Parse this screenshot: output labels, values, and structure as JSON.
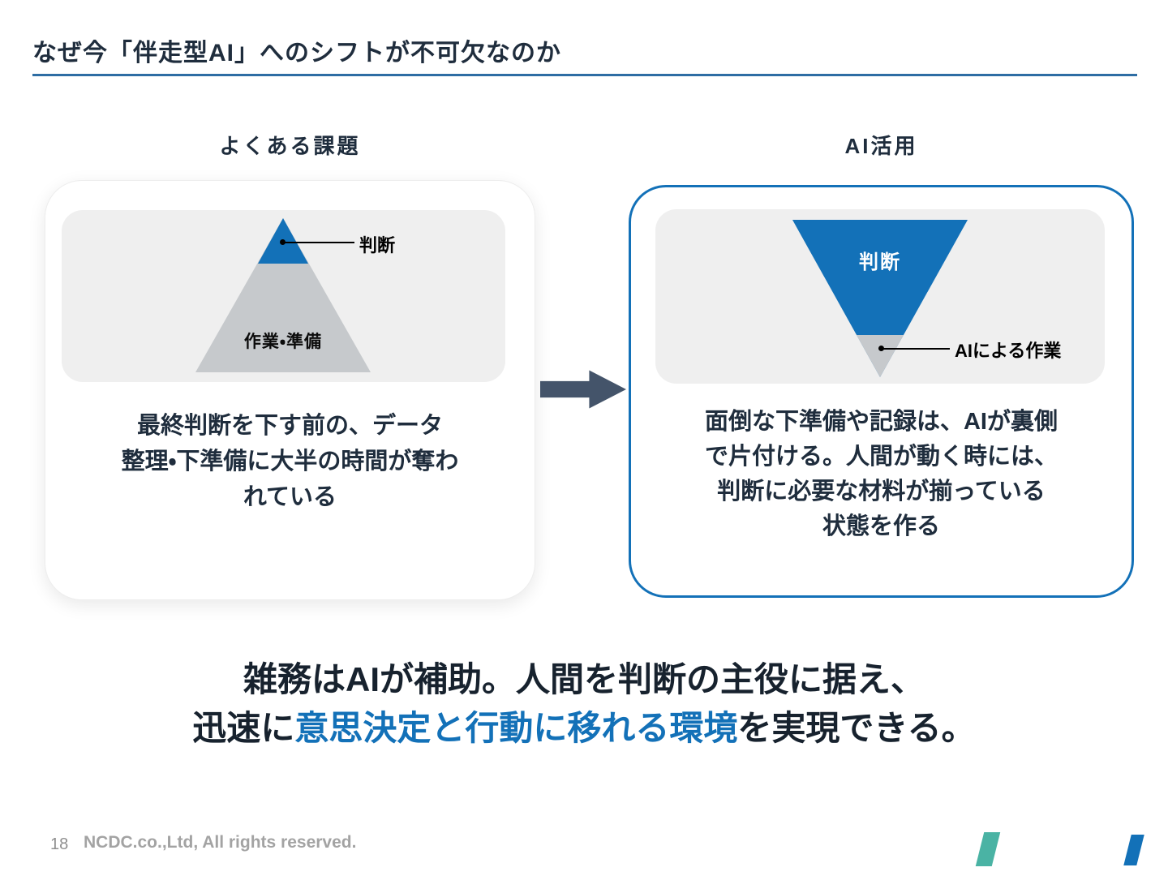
{
  "colors": {
    "accent": "#1371b8",
    "dark_navy": "#1f2d3d",
    "underline": "#2e6da4",
    "arrow": "#44546a",
    "panel_gray": "#efefef",
    "tri_gray": "#c6c9cc",
    "teal": "#4ab3a4"
  },
  "header": {
    "title": "なぜ今「伴走型AI」へのシフトが不可欠なのか"
  },
  "left": {
    "header": "よくある課題",
    "apex_label": "判断",
    "body_label": "作業・準備",
    "description_lines": [
      "最終判断を下す前の、データ",
      "整理・下準備に大半の時間が奪わ",
      "れている"
    ]
  },
  "right": {
    "header": "AI活用",
    "triangle_label": "判断",
    "tip_label": "AIによる作業",
    "description_lines": [
      "面倒な下準備や記録は、AIが裏側",
      "で片付ける。人間が動く時には、",
      "判断に必要な材料が揃っている",
      "状態を作る"
    ]
  },
  "summary": {
    "line1": "雑務はAIが補助。人間を判断の主役に据え、",
    "line2_prefix": "迅速に",
    "line2_highlight": "意思決定と行動に移れる環境",
    "line2_suffix": "を実現できる。"
  },
  "footer": {
    "page_number": "18",
    "copyright": "NCDC.co.,Ltd, All rights reserved."
  }
}
